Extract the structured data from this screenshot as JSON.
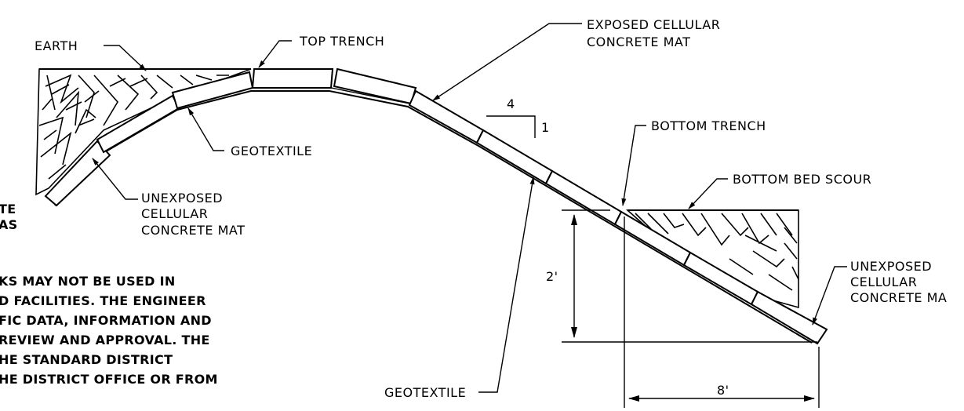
{
  "labels": {
    "earth": "EARTH",
    "top_trench": "TOP TRENCH",
    "exposed_mat_line1": "EXPOSED CELLULAR",
    "exposed_mat_line2": "CONCRETE MAT",
    "geotextile_upper": "GEOTEXTILE",
    "unexposed_left_line1": "UNEXPOSED",
    "unexposed_left_line2": "CELLULAR",
    "unexposed_left_line3": "CONCRETE MAT",
    "bottom_trench": "BOTTOM TRENCH",
    "bottom_bed_scour": "BOTTOM BED SCOUR",
    "unexposed_right_line1": "UNEXPOSED",
    "unexposed_right_line2": "CELLULAR",
    "unexposed_right_line3": "CONCRETE MA",
    "geotextile_lower": "GEOTEXTILE"
  },
  "slope": {
    "run": "4",
    "rise": "1"
  },
  "dimensions": {
    "height": "2'",
    "width": "8'"
  },
  "cutoff_left": {
    "line1": "TE",
    "line2": "AS"
  },
  "notes": [
    "KS MAY NOT BE USED IN",
    "D FACILITIES. THE ENGINEER",
    "FIC DATA, INFORMATION AND",
    "REVIEW AND APPROVAL.   THE",
    "HE STANDARD DISTRICT",
    "HE DISTRICT OFFICE OR FROM"
  ]
}
